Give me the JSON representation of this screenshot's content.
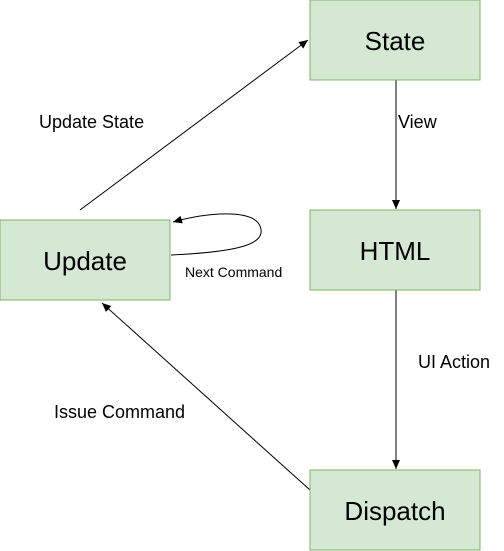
{
  "colors": {
    "node_fill": "#d5e8d4",
    "node_stroke": "#82b366",
    "edge": "#000000",
    "text": "#000000"
  },
  "nodes": {
    "state": {
      "label": "State"
    },
    "html": {
      "label": "HTML"
    },
    "update": {
      "label": "Update"
    },
    "dispatch": {
      "label": "Dispatch"
    }
  },
  "edges": {
    "view": {
      "label": "View",
      "from": "State",
      "to": "HTML"
    },
    "ui_action": {
      "label": "UI Action",
      "from": "HTML",
      "to": "Dispatch"
    },
    "issue_command": {
      "label": "Issue Command",
      "from": "Dispatch",
      "to": "Update"
    },
    "update_state": {
      "label": "Update State",
      "from": "Update",
      "to": "State"
    },
    "next_command": {
      "label": "Next Command",
      "from": "Update",
      "to": "Update"
    }
  }
}
